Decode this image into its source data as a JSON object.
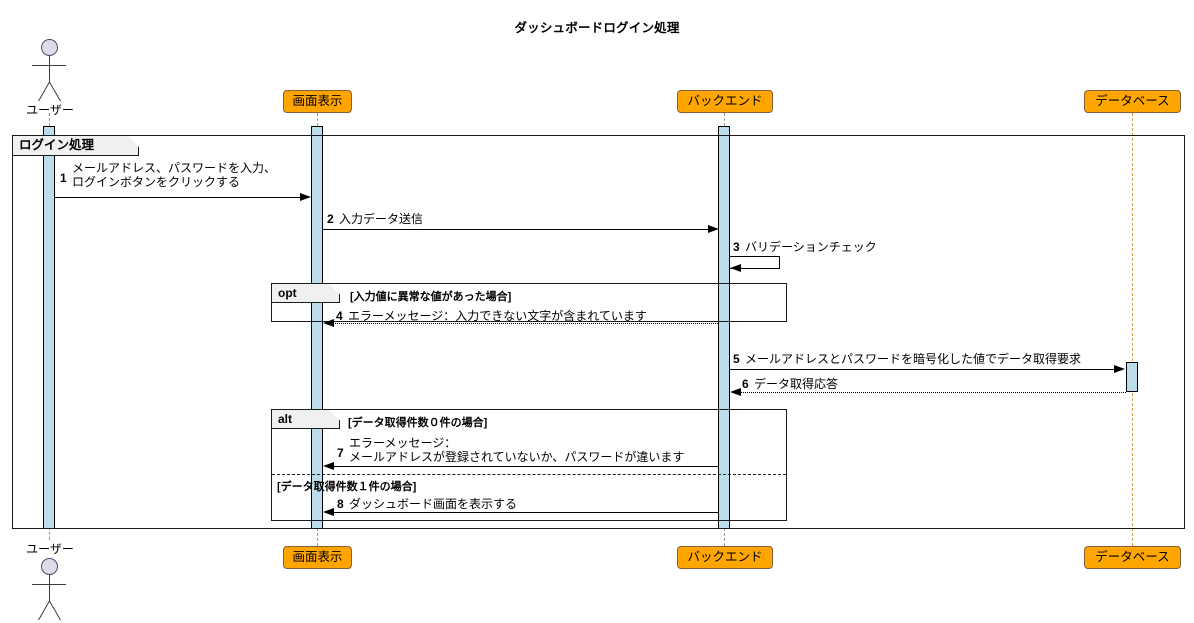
{
  "title": "ダッシュボードログイン処理",
  "participants": [
    {
      "id": "user",
      "label": "ユーザー",
      "type": "actor"
    },
    {
      "id": "screen",
      "label": "画面表示",
      "type": "box"
    },
    {
      "id": "backend",
      "label": "バックエンド",
      "type": "box"
    },
    {
      "id": "database",
      "label": "データベース",
      "type": "box"
    }
  ],
  "fragments": {
    "outer": {
      "tag": "ログイン処理"
    },
    "opt": {
      "tag": "opt",
      "guard": "[入力値に異常な値があった場合]"
    },
    "alt": {
      "tag": "alt",
      "guard": "[データ取得件数０件の場合]",
      "else_guard": "[データ取得件数１件の場合]"
    }
  },
  "messages": [
    {
      "num": "1",
      "line1": "メールアドレス、パスワードを入力、",
      "line2": "ログインボタンをクリックする",
      "from": "user",
      "to": "screen",
      "style": "solid",
      "direction": "right"
    },
    {
      "num": "2",
      "line1": "入力データ送信",
      "line2": "",
      "from": "screen",
      "to": "backend",
      "style": "solid",
      "direction": "right"
    },
    {
      "num": "3",
      "line1": "バリデーションチェック",
      "line2": "",
      "from": "backend",
      "to": "backend",
      "style": "solid",
      "direction": "self"
    },
    {
      "num": "4",
      "line1": "エラーメッセージ：入力できない文字が含まれています",
      "line2": "",
      "from": "backend",
      "to": "screen",
      "style": "dashed",
      "direction": "left"
    },
    {
      "num": "5",
      "line1": "メールアドレスとパスワードを暗号化した値でデータ取得要求",
      "line2": "",
      "from": "backend",
      "to": "database",
      "style": "solid",
      "direction": "right"
    },
    {
      "num": "6",
      "line1": "データ取得応答",
      "line2": "",
      "from": "database",
      "to": "backend",
      "style": "dashed",
      "direction": "left"
    },
    {
      "num": "7",
      "line1": "エラーメッセージ：",
      "line2": "メールアドレスが登録されていないか、パスワードが違います",
      "from": "backend",
      "to": "screen",
      "style": "solid",
      "direction": "left"
    },
    {
      "num": "8",
      "line1": "ダッシュボード画面を表示する",
      "line2": "",
      "from": "backend",
      "to": "screen",
      "style": "solid",
      "direction": "left"
    }
  ],
  "colors": {
    "participant_fill": "#ffa500",
    "activation_fill": "#bbdcea",
    "fragment_tag_fill": "#f0f0f0",
    "actor_head_fill": "#dcdcec"
  }
}
